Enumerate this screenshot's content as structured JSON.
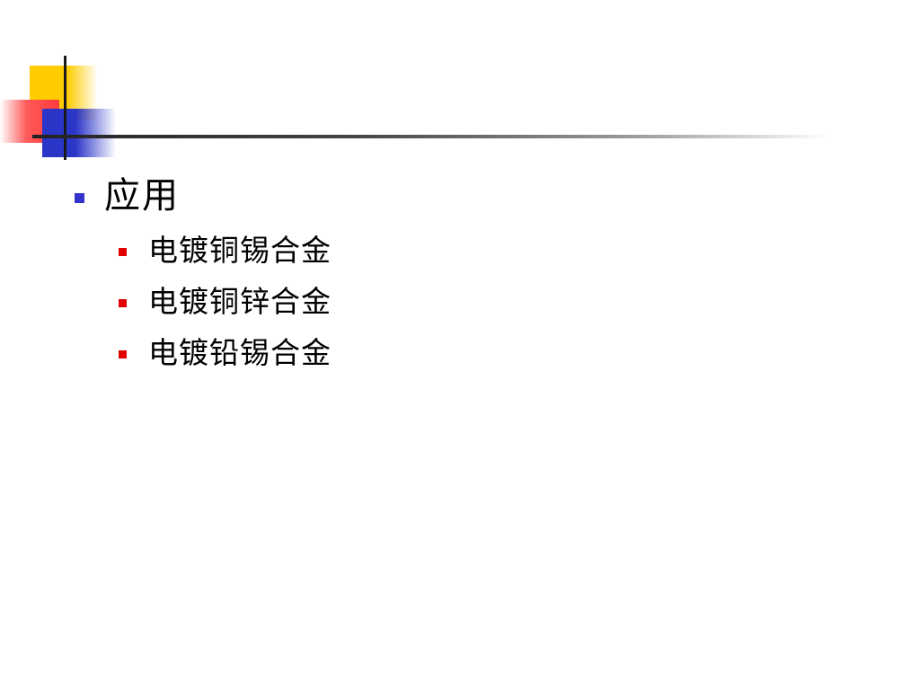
{
  "slide": {
    "heading": "应用",
    "items": [
      {
        "label": "电镀铜锡合金"
      },
      {
        "label": "电镀铜锌合金"
      },
      {
        "label": "电镀铅锡合金"
      }
    ]
  },
  "colors": {
    "level1_bullet": "#3333cc",
    "level2_bullet": "#e00000",
    "decor_yellow": "#ffcc00",
    "decor_red": "#ff5a5a",
    "decor_blue": "#2b35c8"
  }
}
